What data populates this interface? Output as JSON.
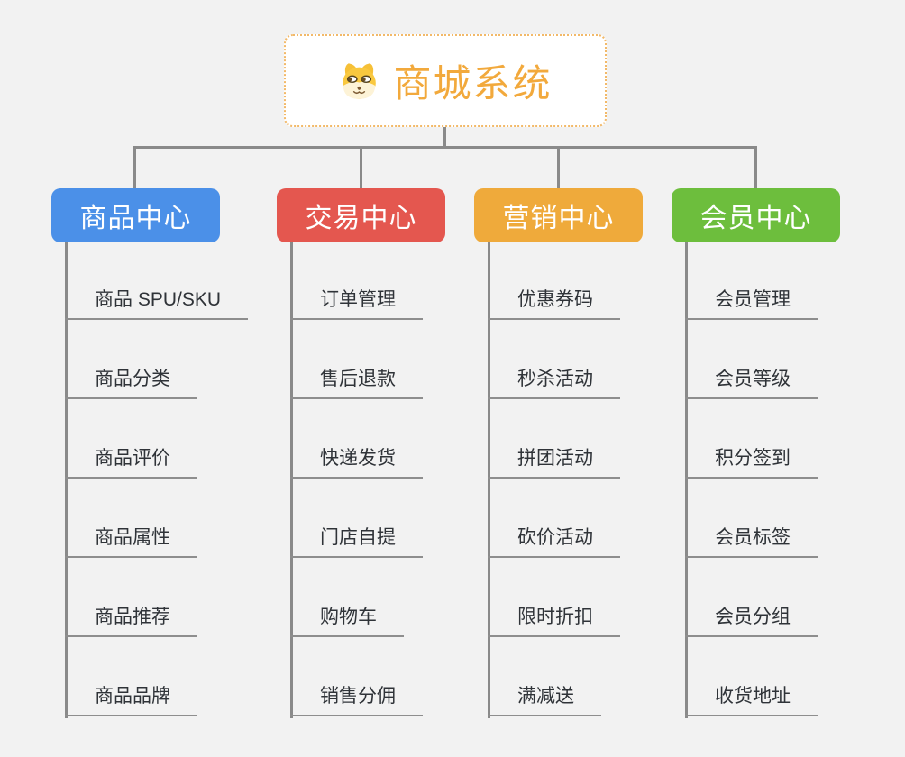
{
  "root": {
    "label": "商城系统",
    "icon": "dog-face-icon"
  },
  "branches": [
    {
      "id": "product-center",
      "label": "商品中心",
      "color": "#4B90E8",
      "items": [
        "商品 SPU/SKU",
        "商品分类",
        "商品评价",
        "商品属性",
        "商品推荐",
        "商品品牌"
      ]
    },
    {
      "id": "trade-center",
      "label": "交易中心",
      "color": "#E4574F",
      "items": [
        "订单管理",
        "售后退款",
        "快递发货",
        "门店自提",
        "购物车",
        "销售分佣"
      ]
    },
    {
      "id": "marketing-center",
      "label": "营销中心",
      "color": "#EFAA3B",
      "items": [
        "优惠券码",
        "秒杀活动",
        "拼团活动",
        "砍价活动",
        "限时折扣",
        "满减送"
      ]
    },
    {
      "id": "member-center",
      "label": "会员中心",
      "color": "#6DBE3D",
      "items": [
        "会员管理",
        "会员等级",
        "积分签到",
        "会员标签",
        "会员分组",
        "收货地址"
      ]
    }
  ],
  "colors": {
    "background": "#F2F2F2",
    "connector": "#8A8A8A",
    "underline": "#8E8E8E",
    "leaf_text": "#2F3338",
    "root_text": "#F2A93C",
    "root_border": "#F2B969",
    "root_bg": "#FFFFFF",
    "branch_text": "#FFFFFF"
  }
}
